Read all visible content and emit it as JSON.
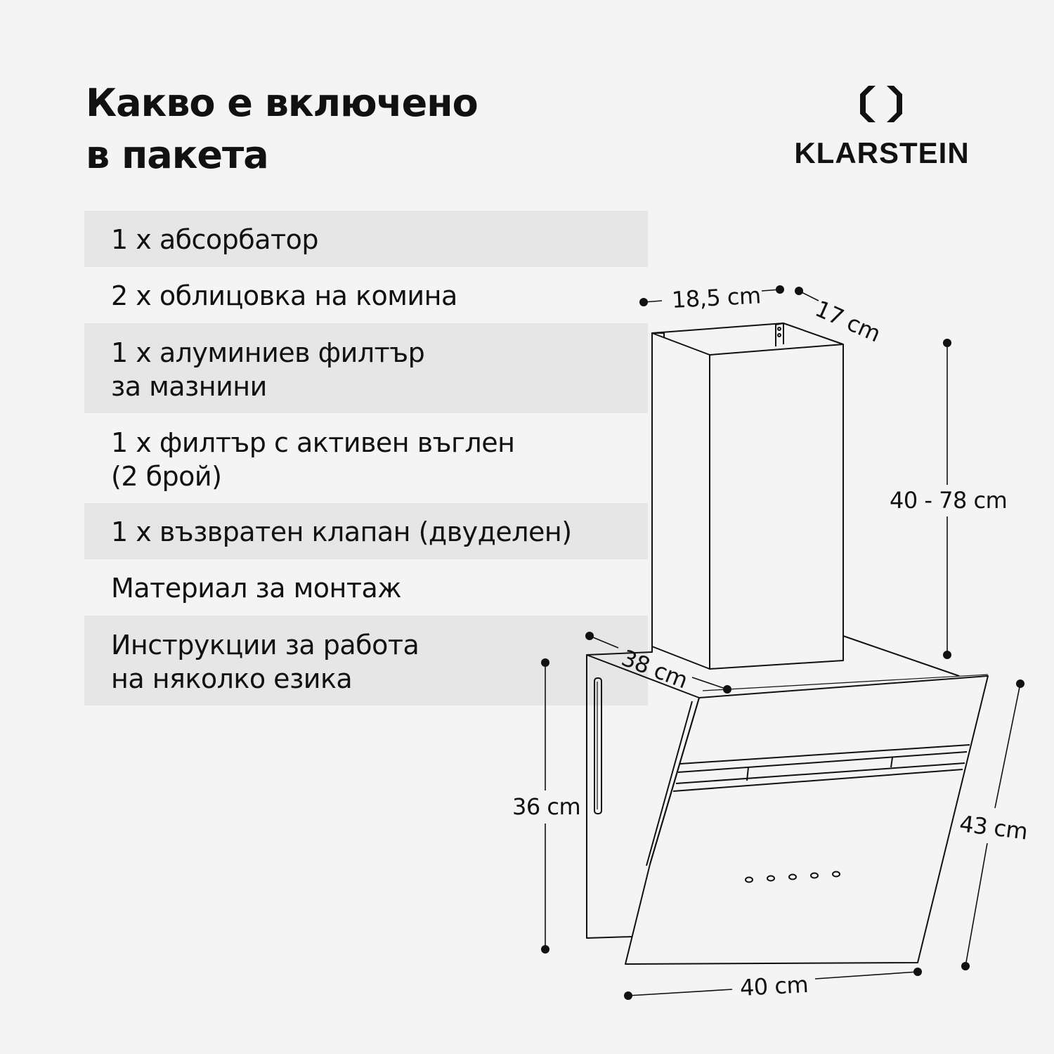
{
  "header": {
    "title_line1": "Какво е включено",
    "title_line2": "в пакета"
  },
  "brand": {
    "name": "KLARSTEIN",
    "logo_icon": "klarstein-diamond-icon"
  },
  "items": [
    {
      "lines": [
        "1 x абсорбатор"
      ]
    },
    {
      "lines": [
        "2 x облицовка на комина"
      ]
    },
    {
      "lines": [
        "1 x алуминиев филтър",
        "за мазнини"
      ]
    },
    {
      "lines": [
        "1 x филтър с активен въглен",
        "(2 брой)"
      ]
    },
    {
      "lines": [
        "1 x възвратен клапан (двуделен)"
      ]
    },
    {
      "lines": [
        "Материал за монтаж"
      ]
    },
    {
      "lines": [
        "Инструкции за работа",
        "на няколко езика"
      ]
    }
  ],
  "dimensions": {
    "chimney_width": "18,5 cm",
    "chimney_depth": "17 cm",
    "chimney_height": "40 - 78 cm",
    "hood_depth": "38 cm",
    "side_height": "36 cm",
    "glass_height": "43 cm",
    "hood_width": "40 cm"
  },
  "colors": {
    "background": "#f4f4f4",
    "row_shade": "#e6e6e6",
    "text": "#111111"
  }
}
